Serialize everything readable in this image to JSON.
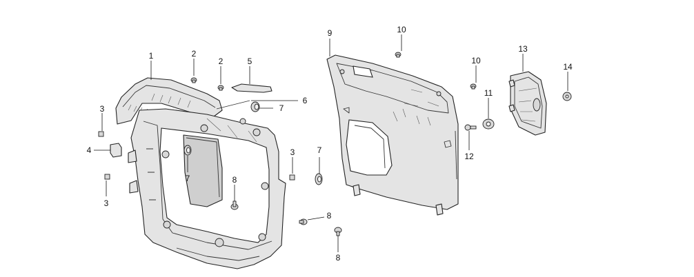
{
  "diagram": {
    "callouts": [
      "1",
      "2",
      "2",
      "3",
      "3",
      "3",
      "4",
      "5",
      "6",
      "7",
      "7",
      "7",
      "8",
      "8",
      "8",
      "9",
      "10",
      "10",
      "11",
      "12",
      "13",
      "14"
    ]
  }
}
